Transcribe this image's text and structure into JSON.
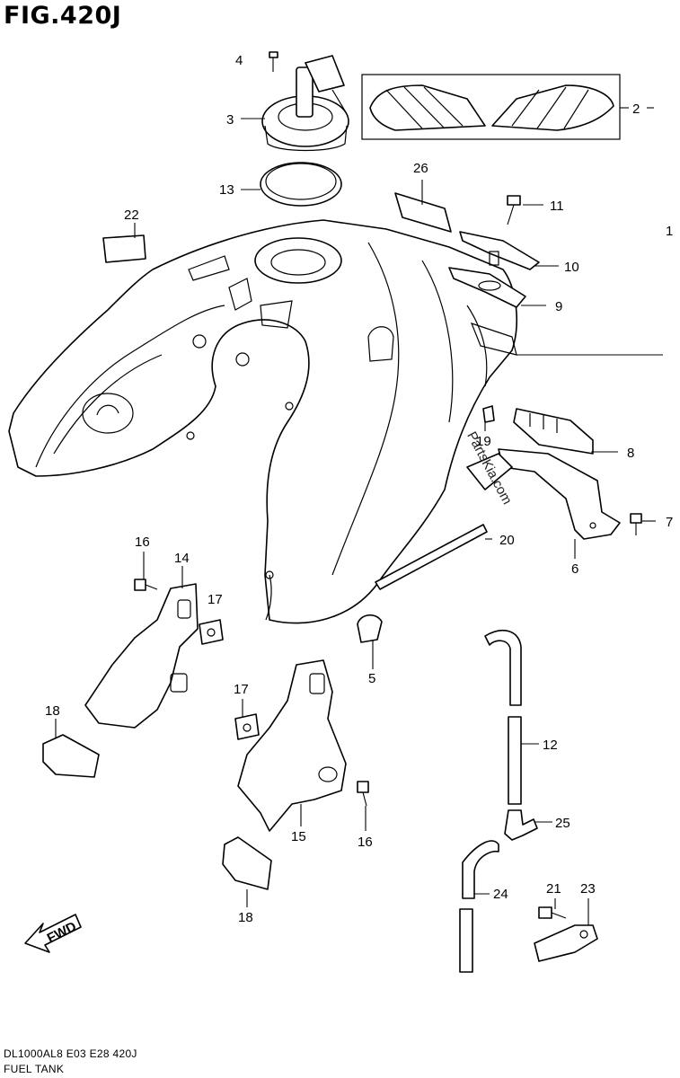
{
  "figure": {
    "title": "FIG.420J",
    "footer_code": "DL1000AL8  E03  E28  420J",
    "footer_name": "FUEL TANK",
    "watermark": "PartsKia.com",
    "fwd_label": "FWD"
  },
  "callouts": {
    "c1": "1",
    "c2": "2",
    "c3": "3",
    "c4": "4",
    "c5": "5",
    "c6": "6",
    "c7": "7",
    "c8": "8",
    "c9": "9",
    "c10": "10",
    "c11": "11",
    "c12": "12",
    "c13": "13",
    "c14": "14",
    "c15": "15",
    "c16a": "16",
    "c16b": "16",
    "c17a": "17",
    "c17b": "17",
    "c18a": "18",
    "c18b": "18",
    "c19": "19",
    "c20": "20",
    "c21": "21",
    "c22": "22",
    "c23": "23",
    "c24": "24",
    "c25": "25",
    "c26": "26"
  }
}
